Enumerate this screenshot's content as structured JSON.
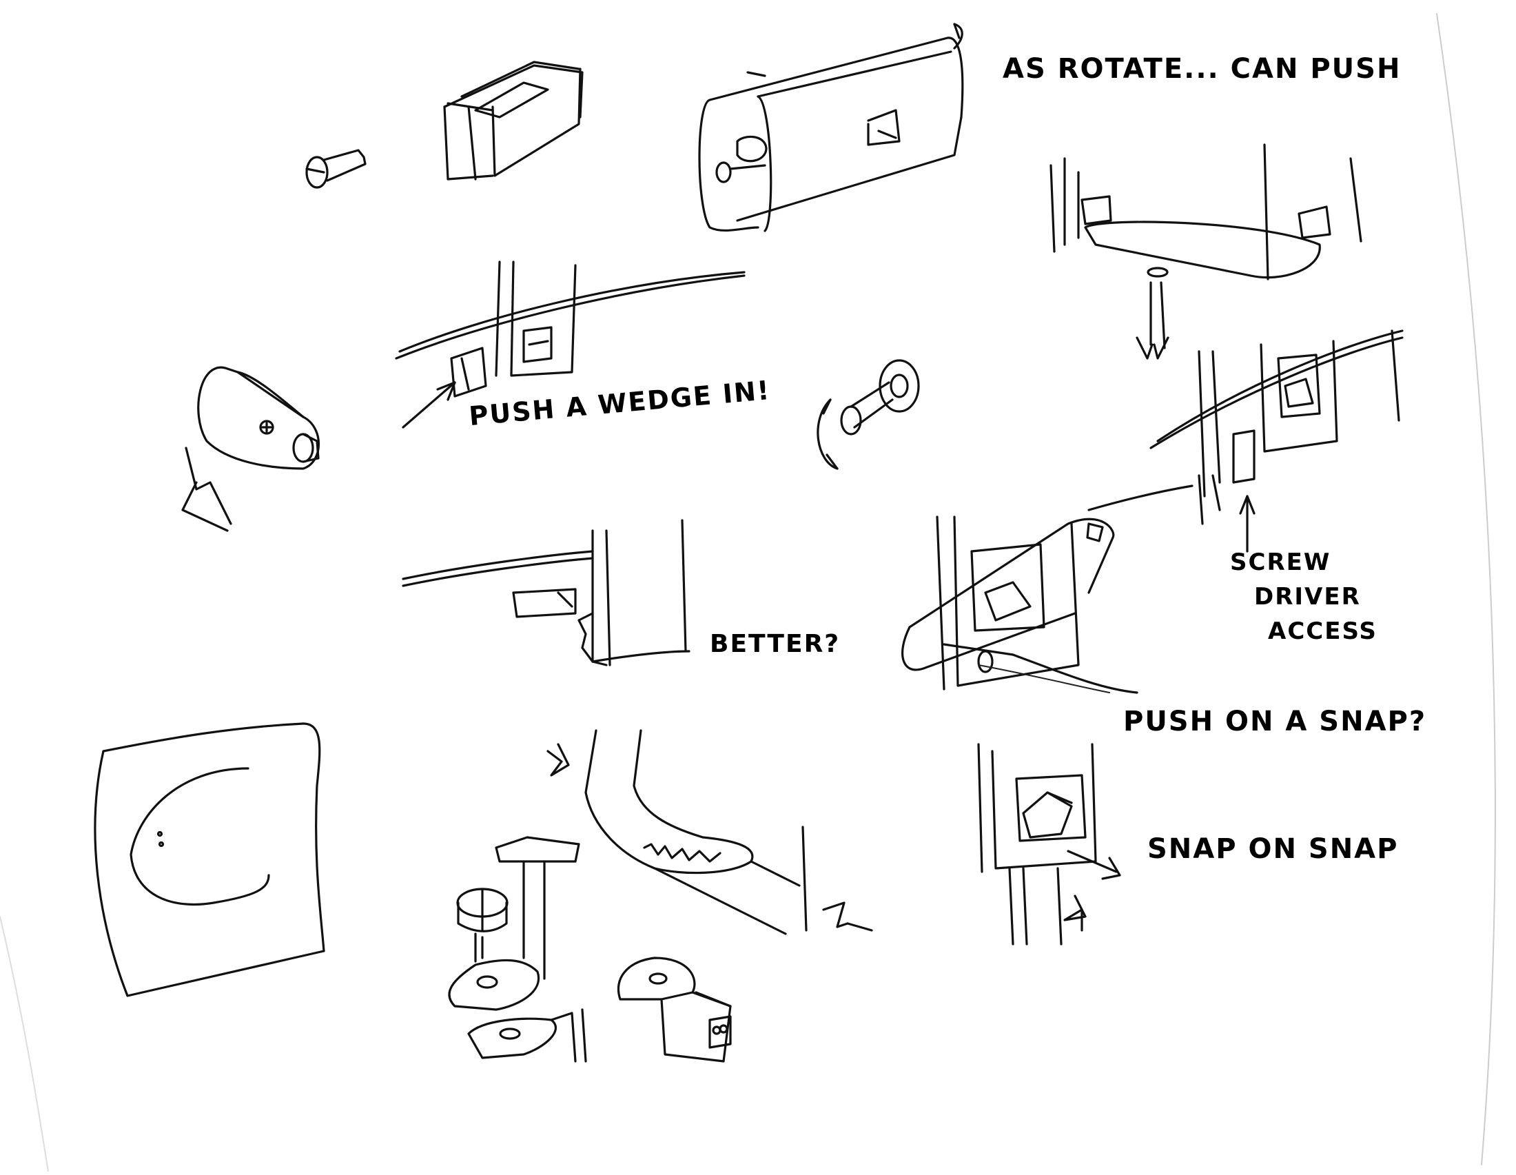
{
  "annotations": {
    "rotate_push": "AS ROTATE... CAN PUSH",
    "push_wedge": "PUSH A WEDGE IN!",
    "better": "BETTER?",
    "screw_line1": "SCREW",
    "screw_line2": "DRIVER",
    "screw_line3": "ACCESS",
    "push_snap": "PUSH ON A SNAP?",
    "snap_on_snap": "SNAP ON SNAP"
  },
  "colors": {
    "ink": "#111111",
    "paper": "#ffffff"
  }
}
